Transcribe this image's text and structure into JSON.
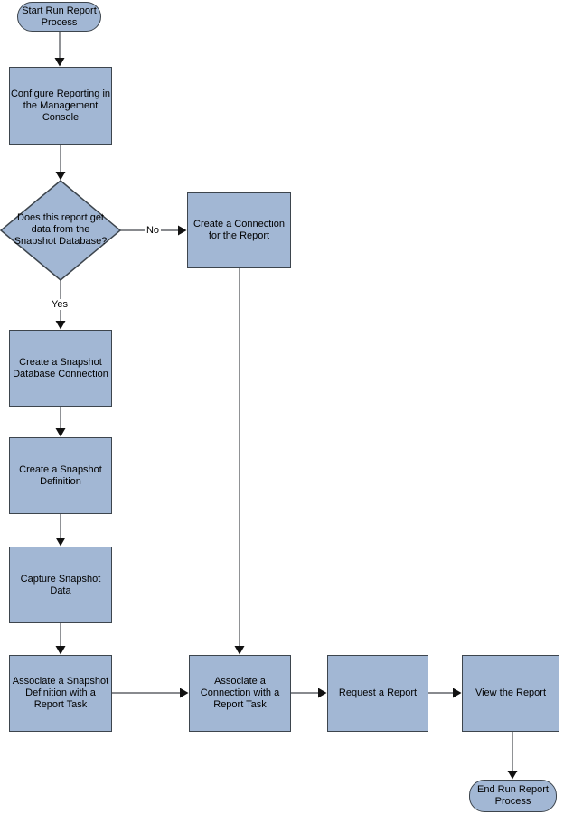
{
  "diagram": {
    "nodes": {
      "start": {
        "label": "Start Run Report Process",
        "shape": "terminator"
      },
      "configure": {
        "label": "Configure Reporting in the Management Console",
        "shape": "process"
      },
      "decision": {
        "label": "Does this report get data from the Snapshot Database?",
        "shape": "decision"
      },
      "create_connection": {
        "label": "Create a Connection for the Report",
        "shape": "process"
      },
      "snapshot_db_connection": {
        "label": "Create a Snapshot Database Connection",
        "shape": "process"
      },
      "snapshot_definition": {
        "label": "Create a Snapshot Definition",
        "shape": "process"
      },
      "capture_snapshot": {
        "label": "Capture Snapshot Data",
        "shape": "process"
      },
      "associate_snapshot": {
        "label": "Associate a Snapshot Definition with a Report Task",
        "shape": "process"
      },
      "associate_connection": {
        "label": "Associate a Connection with a Report Task",
        "shape": "process"
      },
      "request_report": {
        "label": "Request a Report",
        "shape": "process"
      },
      "view_report": {
        "label": "View the Report",
        "shape": "process"
      },
      "end": {
        "label": "End Run Report Process",
        "shape": "terminator"
      }
    },
    "branch_labels": {
      "yes": "Yes",
      "no": "No"
    },
    "colors": {
      "node_fill": "#a2b7d4",
      "node_border": "#3d454d",
      "connector": "#606468",
      "arrowhead": "#111111",
      "text": "#000000",
      "background": "#ffffff"
    }
  }
}
